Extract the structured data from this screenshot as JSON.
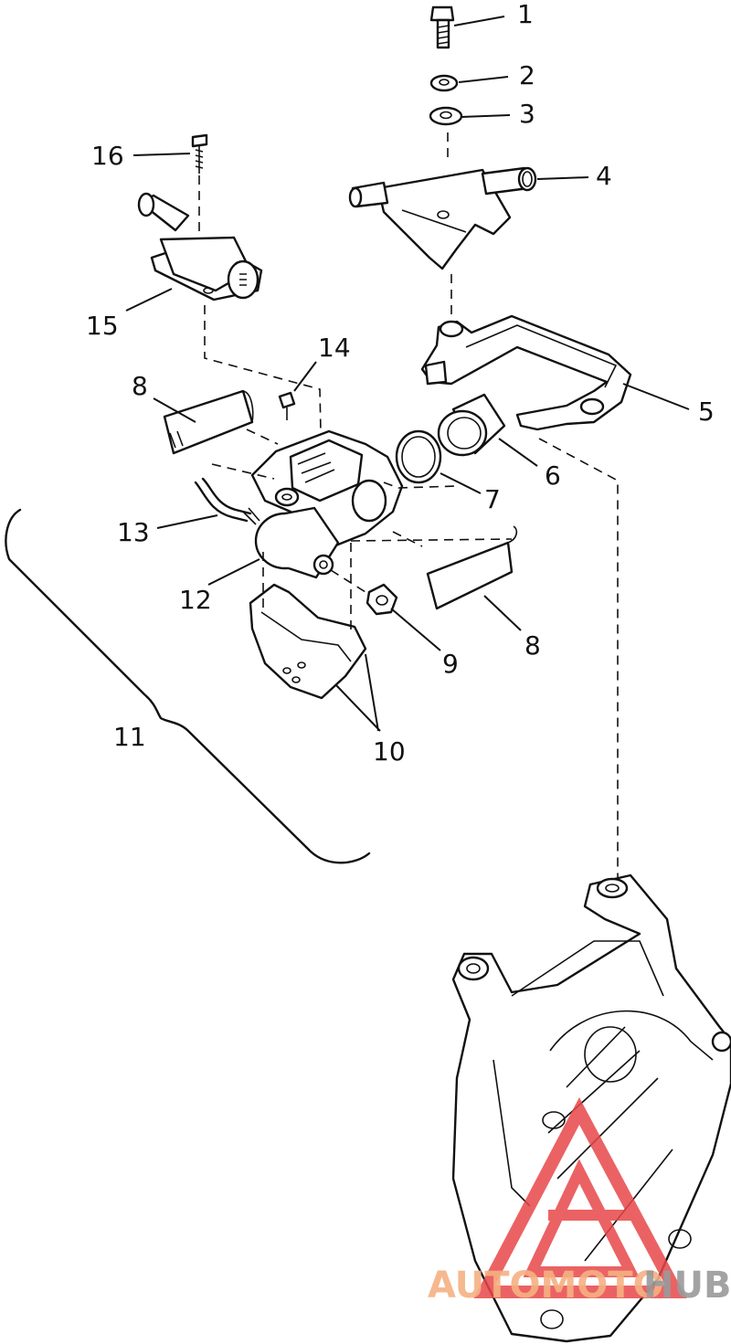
{
  "callouts": [
    {
      "id": "c1",
      "label": "1"
    },
    {
      "id": "c2",
      "label": "2"
    },
    {
      "id": "c3",
      "label": "3"
    },
    {
      "id": "c4",
      "label": "4"
    },
    {
      "id": "c5",
      "label": "5"
    },
    {
      "id": "c6",
      "label": "6"
    },
    {
      "id": "c7",
      "label": "7"
    },
    {
      "id": "c8a",
      "label": "8"
    },
    {
      "id": "c8b",
      "label": "8"
    },
    {
      "id": "c9",
      "label": "9"
    },
    {
      "id": "c10",
      "label": "10"
    },
    {
      "id": "c11",
      "label": "11"
    },
    {
      "id": "c12",
      "label": "12"
    },
    {
      "id": "c13",
      "label": "13"
    },
    {
      "id": "c14",
      "label": "14"
    },
    {
      "id": "c15",
      "label": "15"
    },
    {
      "id": "c16",
      "label": "16"
    }
  ],
  "watermark": {
    "left_text": "AUTOMOTO",
    "right_text": "HUB",
    "left_color": "#f5b183",
    "right_color": "#9a9a9a",
    "logo_color": "#e8474a"
  }
}
